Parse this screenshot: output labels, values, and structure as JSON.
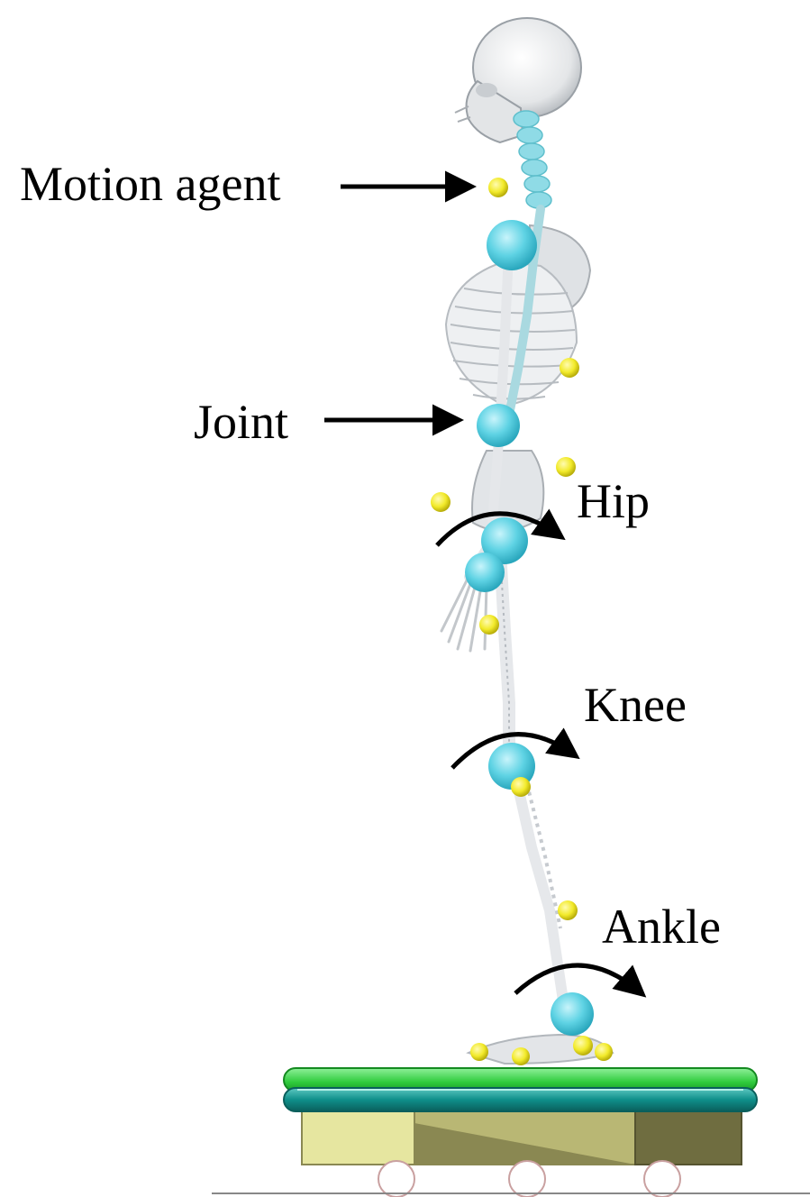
{
  "labels": {
    "motion_agent": "Motion agent",
    "joint": "Joint",
    "hip": "Hip",
    "knee": "Knee",
    "ankle": "Ankle"
  },
  "colors": {
    "bone": "#e9ecee",
    "bone_shadow": "#b9bec4",
    "joint_sphere": "#5fd3e4",
    "motion_agent_marker": "#f2ea2a",
    "platform_top": "#2fcb3c",
    "platform_band": "#0f8f8a",
    "platform_base_light": "#e6e6a0",
    "platform_base_dark": "#8a8852",
    "arrow": "#000000"
  }
}
